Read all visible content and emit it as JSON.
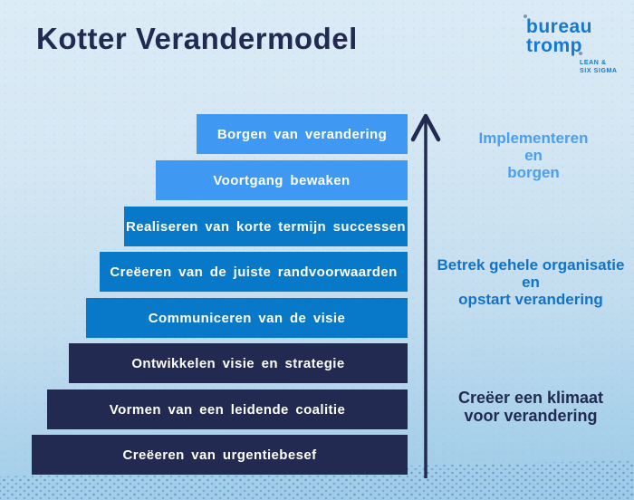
{
  "title": "Kotter Verandermodel",
  "logo": {
    "word1": "bureau",
    "word2": "tromp",
    "tagline1": "LEAN &",
    "tagline2": "SIX SIGMA"
  },
  "bars": [
    {
      "step": 8,
      "label": "Borgen van verandering",
      "tier": "light"
    },
    {
      "step": 7,
      "label": "Voortgang bewaken",
      "tier": "light"
    },
    {
      "step": 6,
      "label": "Realiseren van korte termijn successen",
      "tier": "medium"
    },
    {
      "step": 5,
      "label": "Creëeren van de juiste randvoorwaarden",
      "tier": "medium"
    },
    {
      "step": 4,
      "label": "Communiceren van de visie",
      "tier": "medium"
    },
    {
      "step": 3,
      "label": "Ontwikkelen visie en strategie",
      "tier": "dark"
    },
    {
      "step": 2,
      "label": "Vormen van een leidende coalitie",
      "tier": "dark"
    },
    {
      "step": 1,
      "label": "Creëeren van urgentiebesef",
      "tier": "dark"
    }
  ],
  "phases": [
    {
      "lines": [
        "Implementeren",
        "en",
        "borgen"
      ],
      "color": "#4B9FF0"
    },
    {
      "lines": [
        "Betrek gehele organisatie",
        "en",
        "opstart verandering"
      ],
      "color": "#1173C9"
    },
    {
      "lines": [
        "Creëer een klimaat",
        "voor verandering"
      ],
      "color": "#232A52"
    }
  ],
  "arrow": {
    "direction": "up"
  },
  "colors": {
    "light_blue_bar": "#3F99F2",
    "medium_blue_bar": "#0878C9",
    "dark_navy_bar": "#232A52",
    "bar_text": "#FFFFFF",
    "title_text": "#232A52",
    "logo_blue": "#1578D2",
    "bg_top": "#DCECF7",
    "bg_bottom": "#9CCAE7",
    "arrow_color": "#232A52"
  }
}
